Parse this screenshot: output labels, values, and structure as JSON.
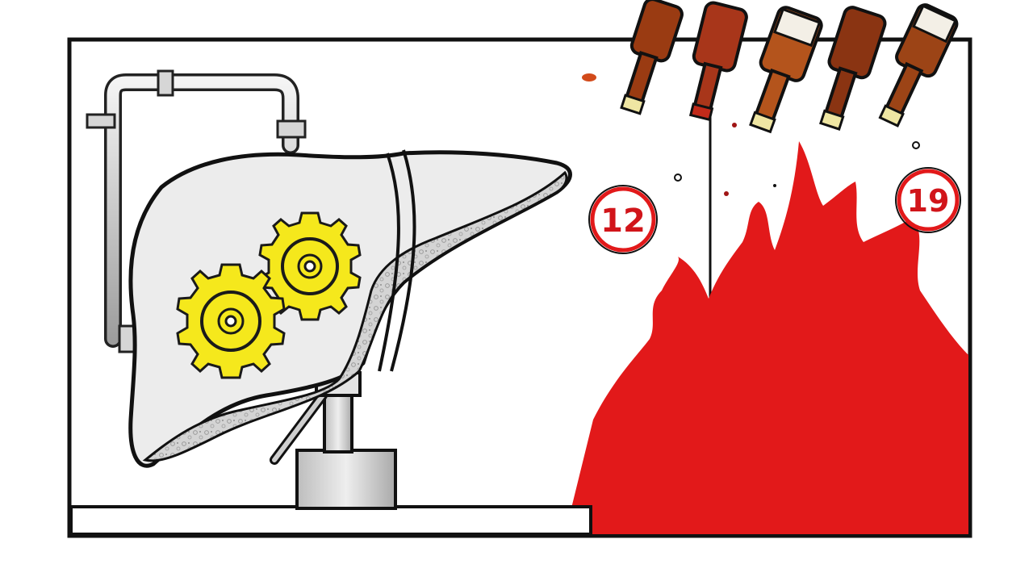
{
  "scene": {
    "left_badge": {
      "label": "12"
    },
    "right_badge": {
      "label": "19"
    }
  },
  "colors": {
    "frame": "#111111",
    "liver_fill": "#e9e9e9",
    "liver_shade": "#b9b9b9",
    "gear": "#f5e81c",
    "gear_outline": "#1a1a1a",
    "pipe": "#d7d7d7",
    "liquid": "#e2191a",
    "badge_ring": "#e2191a",
    "badge_text": "#d1151a",
    "bottle_glass": "#9a3b12",
    "bottle_label": "#f3efe6",
    "bottle_cap": "#efe6a3"
  },
  "icons": {
    "gears": "gear-icon",
    "bottles": "bottle-icon",
    "liver": "liver-organ"
  }
}
